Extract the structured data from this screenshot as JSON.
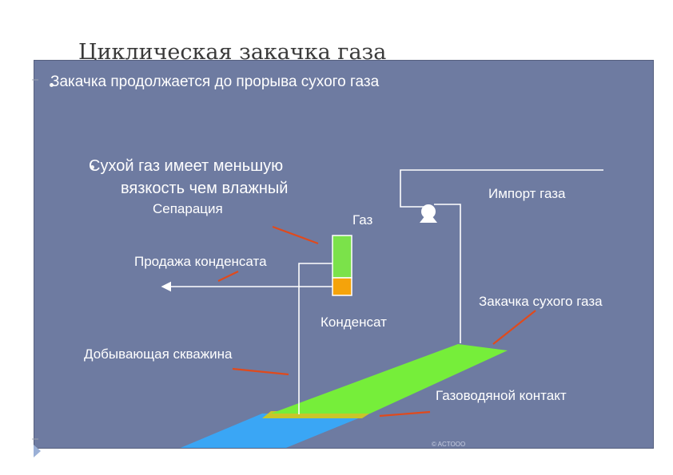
{
  "slide": {
    "title": "Циклическая закачка газа"
  },
  "bullets": [
    {
      "text": "Закачка продолжается до прорыва сухого газа"
    },
    {
      "line1": "Сухой газ имеет меньшую",
      "line2": "вязкость  чем влажный"
    }
  ],
  "labels": {
    "separation": "Сепарация",
    "gas": "Газ",
    "gas_import": "Импорт газа",
    "condensate_sale": "Продажа конденсата",
    "condensate": "Конденсат",
    "dry_gas_injection": "Закачка сухого газа",
    "producing_well": "Добывающая скважина",
    "gas_water_contact": "Газоводяной контакт",
    "copyright": "© ACTOOO"
  },
  "colors": {
    "panel_background": "#6e7ba1",
    "gas_layer": "#76ee3a",
    "oil_band": "#c8c62a",
    "water_layer": "#3aa6f5",
    "condensate_fill": "#f5a30a",
    "separator_gas_fill": "#7be24a",
    "arrow_color": "#e04a1c",
    "line_color": "#ffffff"
  },
  "icons": {
    "compressor": "compressor-icon",
    "bullet": "bullet-dot-icon"
  }
}
